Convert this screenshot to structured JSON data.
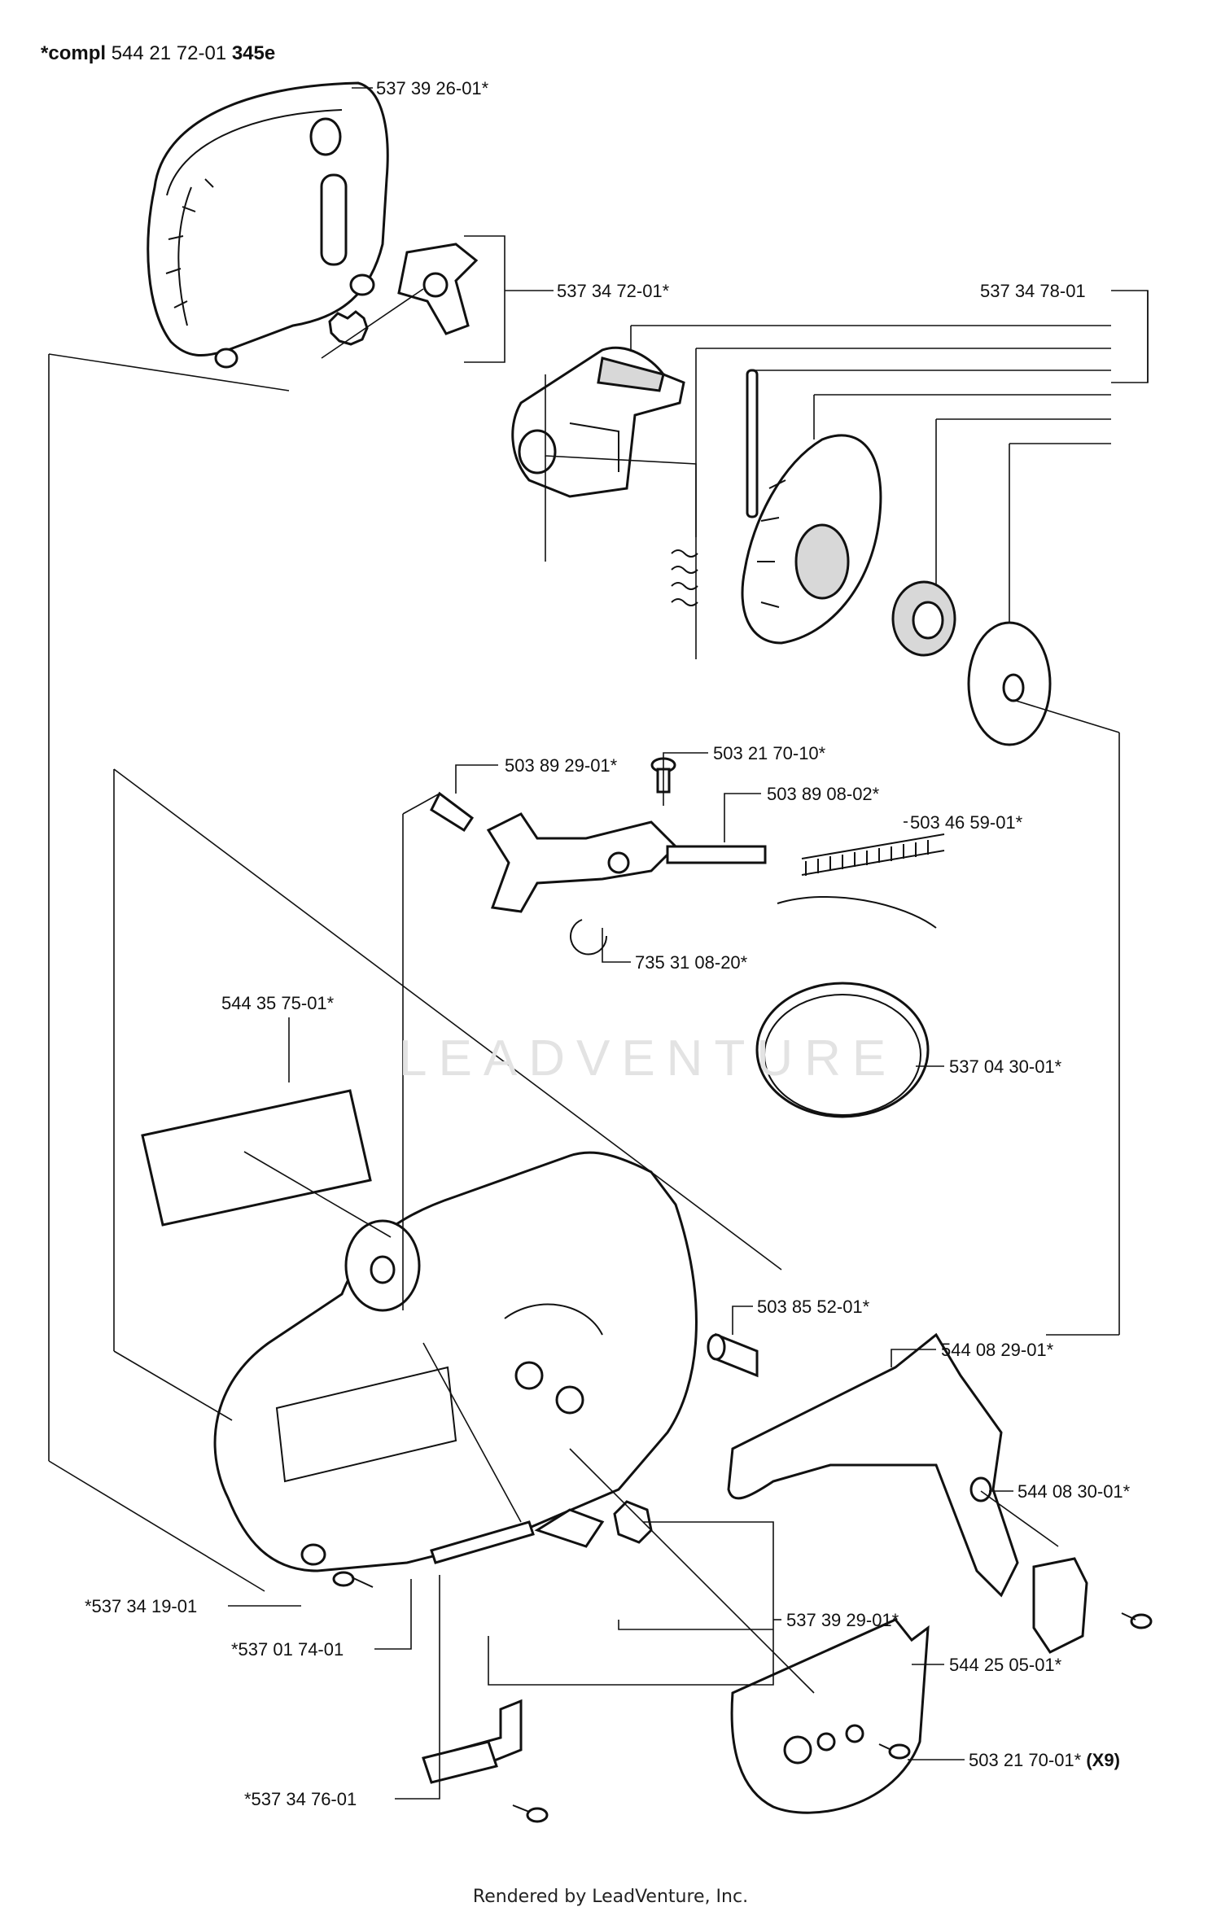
{
  "header": {
    "prefix": "*compl",
    "number": "544 21 72-01",
    "model": "345e"
  },
  "footer": "Rendered by LeadVenture, Inc.",
  "watermark": "LEADVENTURE",
  "colors": {
    "ink": "#111111",
    "background": "#ffffff",
    "shade": "#d8d8d8",
    "watermark": "#e3e3e3"
  },
  "labels": {
    "p537392601": "537 39 26-01*",
    "p537347201": "537 34 72-01*",
    "p537347801": "537 34 78-01",
    "p503892901": "503 89 29-01*",
    "p503217010": "503 21 70-10*",
    "p503890802": "503 89 08-02*",
    "p503465901": "503 46 59-01*",
    "p735310820": "735 31 08-20*",
    "p544357501": "544 35 75-01*",
    "p537043001": "537 04 30-01*",
    "p503855201": "503 85 52-01*",
    "p544082901": "544 08 29-01*",
    "p544083001": "544 08 30-01*",
    "p537341901": "*537 34 19-01",
    "p537392901": "537 39 29-01*",
    "p537017401": "*537 01 74-01",
    "p544250501": "544 25 05-01*",
    "p537347601": "*537 34 76-01",
    "p503217001": "503 21 70-01*",
    "p503217001_qty": "(X9)"
  }
}
